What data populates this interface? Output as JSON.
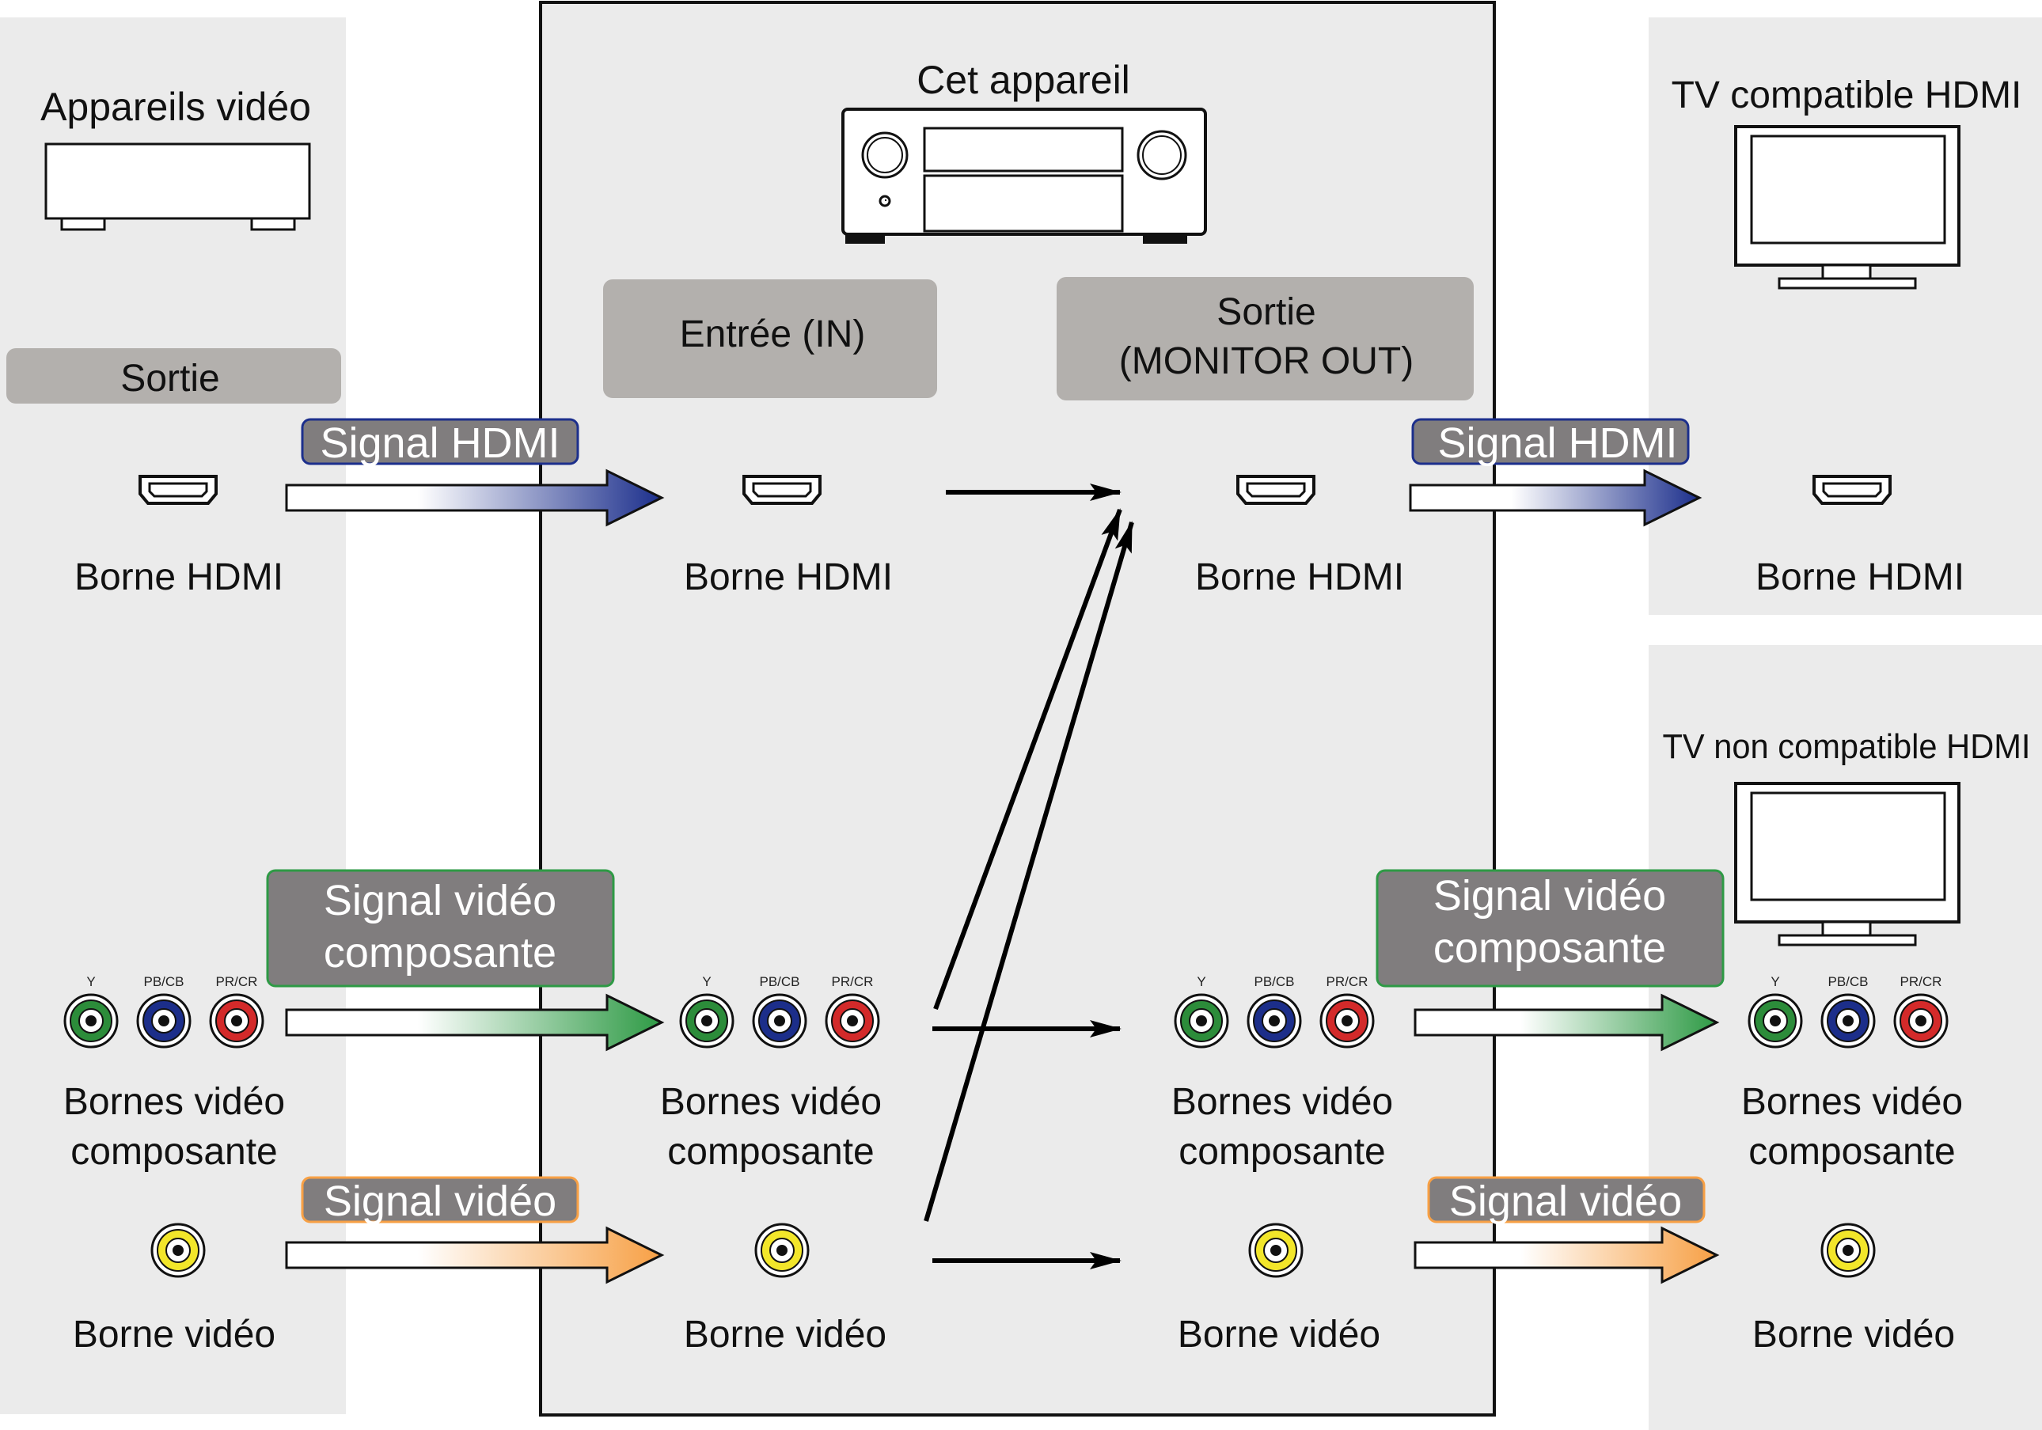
{
  "headers": {
    "source_device": "Appareils vidéo",
    "this_device": "Cet appareil",
    "tv_hdmi": "TV compatible HDMI",
    "tv_non_hdmi": "TV non compatible HDMI"
  },
  "boxes": {
    "source_output": "Sortie",
    "input": "Entrée (IN)",
    "monitor_out_line1": "Sortie",
    "monitor_out_line2": "(MONITOR OUT)"
  },
  "signals": {
    "hdmi": "Signal HDMI",
    "component_line1": "Signal vidéo",
    "component_line2": "composante",
    "video": "Signal vidéo"
  },
  "terminals": {
    "hdmi": "Borne HDMI",
    "component_line1": "Bornes vidéo",
    "component_line2": "composante",
    "video": "Borne vidéo"
  },
  "jack_labels": {
    "y": "Y",
    "pb": "PB/CB",
    "pr": "PR/CR"
  },
  "colors": {
    "panel_bg": "#ebebeb",
    "box_gray": "#b3b0ad",
    "tag_gray": "#807d7e",
    "hdmi_blue": "#1c2f8c",
    "component_green": "#2e9a45",
    "video_orange": "#f7a045",
    "jack_y": "#2c8c3a",
    "jack_pb": "#1c2e8a",
    "jack_pr": "#d32a2a",
    "jack_video": "#f2e62a"
  }
}
